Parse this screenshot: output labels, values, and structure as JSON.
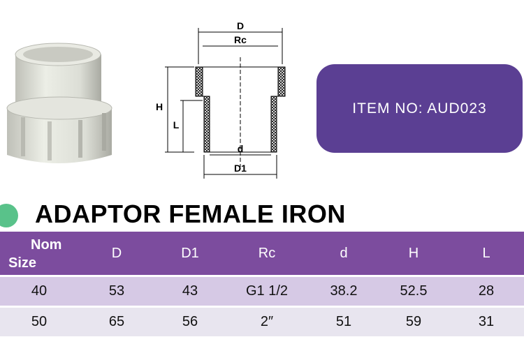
{
  "item_box": {
    "label": "ITEM  NO: AUD023"
  },
  "drawing_labels": {
    "D": "D",
    "Rc": "Rc",
    "H": "H",
    "L": "L",
    "d": "d",
    "D1": "D1"
  },
  "product_title": "ADAPTOR FEMALE IRON",
  "table": {
    "headers": [
      "Nom Size",
      "D",
      "D1",
      "Rc",
      "d",
      "H",
      "L"
    ],
    "nom_line1": "Nom",
    "nom_line2": "Size",
    "rows": [
      [
        "40",
        "53",
        "43",
        "G1 1/2",
        "38.2",
        "52.5",
        "28"
      ],
      [
        "50",
        "65",
        "56",
        "2″",
        "51",
        "59",
        "31"
      ]
    ]
  },
  "colors": {
    "header": "#7c4c9e",
    "item_box": "#5b3f93",
    "row_a": "#d6c9e5",
    "row_b": "#e8e5ef",
    "dot": "#59c28a"
  }
}
